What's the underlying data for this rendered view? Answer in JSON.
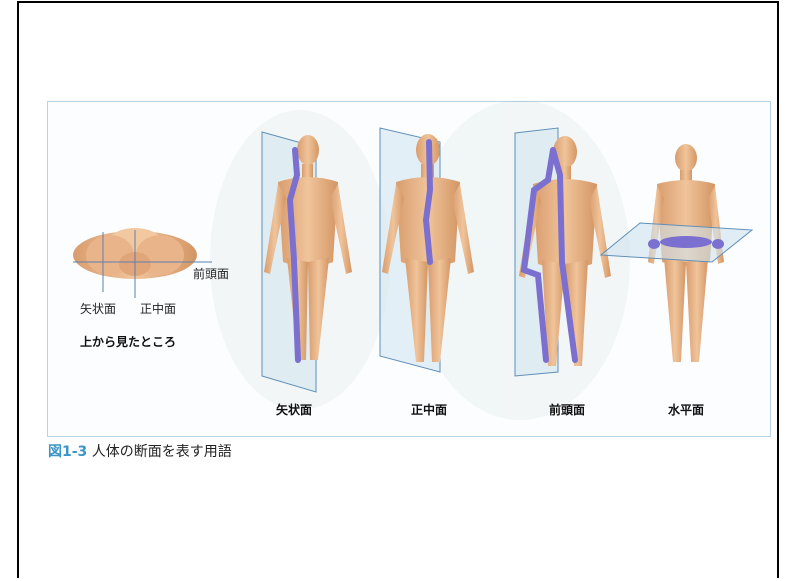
{
  "top_view": {
    "coronal_label": "前頭面",
    "sagittal_label": "矢状面",
    "median_label": "正中面",
    "caption": "上から見たところ"
  },
  "figures": [
    {
      "label": "矢状面"
    },
    {
      "label": "正中面"
    },
    {
      "label": "前頭面"
    },
    {
      "label": "水平面"
    }
  ],
  "caption": {
    "number": "図1-3",
    "text": "人体の断面を表す用語"
  },
  "colors": {
    "skin": "#e7b487",
    "plane_fill": "#cfe3ee",
    "plane_stroke": "#5f8fb8",
    "section": "#7b6fd0",
    "caption_accent": "#3b95c7"
  }
}
